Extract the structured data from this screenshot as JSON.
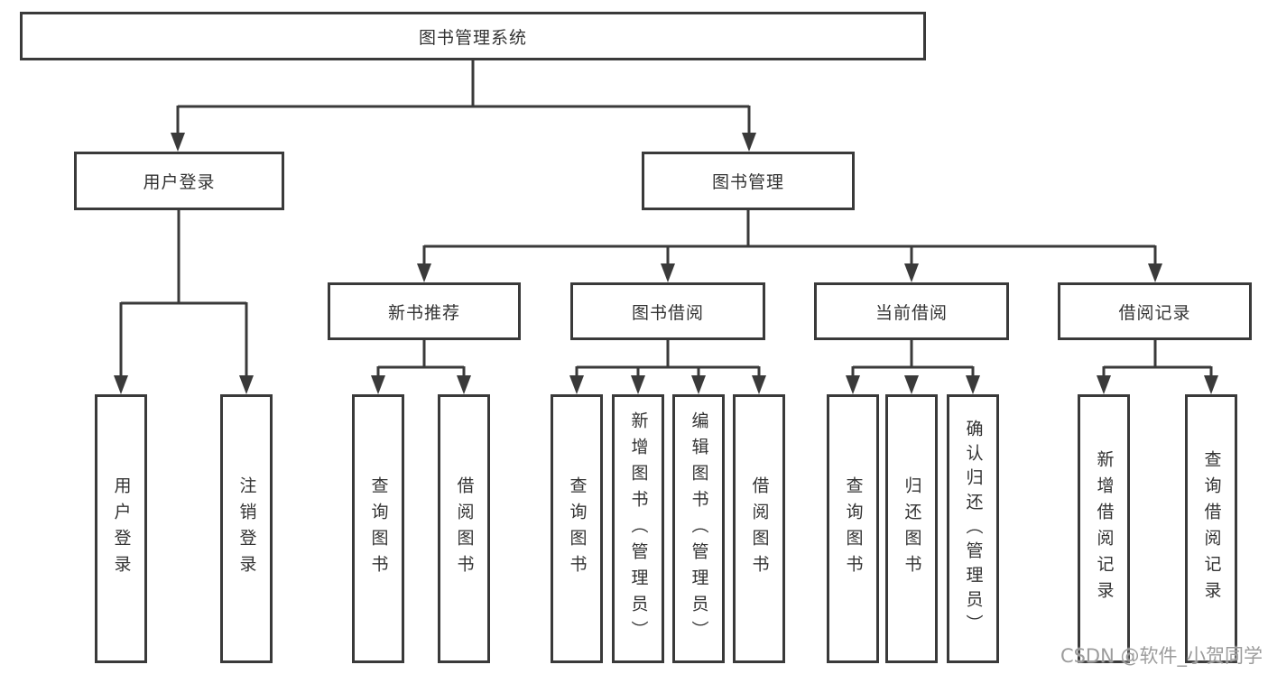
{
  "tree": {
    "label": "图书管理系统",
    "children": [
      {
        "label": "用户登录",
        "children": [
          {
            "label": "用户登录"
          },
          {
            "label": "注销登录"
          }
        ]
      },
      {
        "label": "图书管理",
        "children": [
          {
            "label": "新书推荐",
            "children": [
              {
                "label": "查询图书"
              },
              {
                "label": "借阅图书"
              }
            ]
          },
          {
            "label": "图书借阅",
            "children": [
              {
                "label": "查询图书"
              },
              {
                "label": "新增图书（管理员）"
              },
              {
                "label": "编辑图书（管理员）"
              },
              {
                "label": "借阅图书"
              }
            ]
          },
          {
            "label": "当前借阅",
            "children": [
              {
                "label": "查询图书"
              },
              {
                "label": "归还图书"
              },
              {
                "label": "确认归还（管理员）"
              }
            ]
          },
          {
            "label": "借阅记录",
            "children": [
              {
                "label": "新增借阅记录"
              },
              {
                "label": "查询借阅记录"
              }
            ]
          }
        ]
      }
    ]
  },
  "watermark": {
    "text": "CSDN @软件_小贺同学"
  },
  "colors": {
    "line": "#3a3a3a",
    "border": "#3a3a3a",
    "text": "#333333",
    "background": "#ffffff",
    "watermark": "#9c9c9c"
  }
}
